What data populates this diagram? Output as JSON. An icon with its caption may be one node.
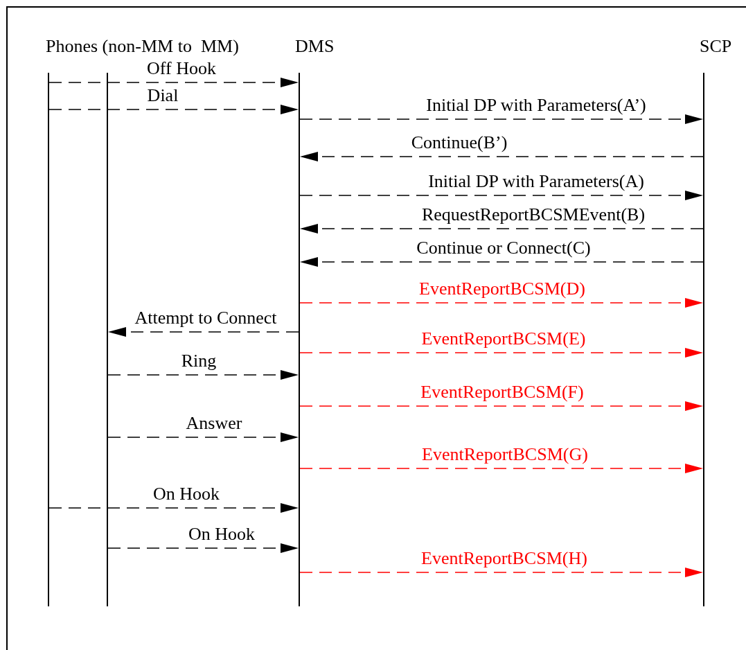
{
  "diagram": {
    "nodes": [
      {
        "text": [],
        "shape": "bar"
      },
      {
        "text": [],
        "shape": "bar"
      },
      {
        "text": [
          "DMS"
        ]
      },
      {
        "text": [
          "SCP"
        ]
      }
    ],
    "edges": [
      {
        "from": 0,
        "to": 2,
        "arrow": "to",
        "label": "Off Hook",
        "style": "dashed"
      },
      {
        "from": 0,
        "to": 2,
        "arrow": "to",
        "label": "Dial",
        "style": "dashed"
      },
      {
        "from": 2,
        "to": 3,
        "arrow": "to",
        "label": "Initial DP with Parameters(A’)",
        "style": "dashed"
      },
      {
        "from": 3,
        "to": 2,
        "arrow": "to",
        "label": "Continue(B’)",
        "style": "dashed"
      },
      {
        "from": 2,
        "to": 3,
        "arrow": "to",
        "label": "Initial DP with Parameters(A)",
        "style": "dashed"
      },
      {
        "from": 3,
        "to": 2,
        "arrow": "to",
        "label": "RequestReportBCSMEvent(B)",
        "style": "dashed"
      },
      {
        "from": 3,
        "to": 2,
        "arrow": "to",
        "label": "Continue or Connect(C)",
        "style": "dashed"
      },
      {
        "from": 2,
        "to": 3,
        "arrow": "to",
        "label": "EventReportBCSM(D)",
        "style": "dashed",
        "color": "#ff0000"
      },
      {
        "from": 2,
        "to": 1,
        "arrow": "to",
        "label": "Attempt to Connect",
        "style": "dashed"
      },
      {
        "from": 2,
        "to": 3,
        "arrow": "to",
        "label": "EventReportBCSM(E)",
        "style": "dashed",
        "color": "#ff0000"
      },
      {
        "from": 1,
        "to": 2,
        "arrow": "to",
        "label": "Ring",
        "style": "dashed"
      },
      {
        "from": 2,
        "to": 3,
        "arrow": "to",
        "label": "EventReportBCSM(F)",
        "style": "dashed",
        "color": "#ff0000"
      },
      {
        "from": 1,
        "to": 2,
        "arrow": "to",
        "label": "Answer",
        "style": "dashed"
      },
      {
        "from": 2,
        "to": 3,
        "arrow": "to",
        "label": "EventReportBCSM(G)",
        "style": "dashed",
        "color": "#ff0000"
      },
      {
        "from": 0,
        "to": 2,
        "arrow": "to",
        "label": "On Hook",
        "style": "dashed"
      },
      {
        "from": 1,
        "to": 2,
        "arrow": "to",
        "label": "On Hook",
        "style": "dashed"
      },
      {
        "from": 2,
        "to": 3,
        "arrow": "to",
        "label": "EventReportBCSM(H)",
        "style": "dashed",
        "color": "#ff0000"
      }
    ],
    "labels": [
      "Phones (non-MM to  MM)"
    ]
  }
}
